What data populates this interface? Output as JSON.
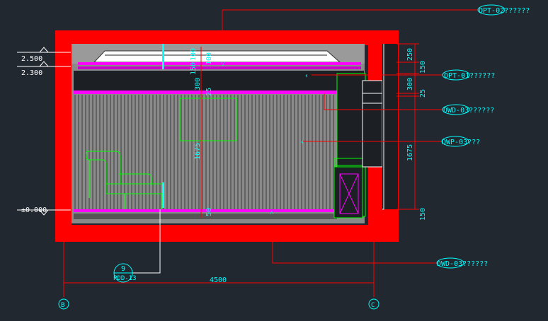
{
  "colors": {
    "background": "#212830",
    "wall": "#ff0000",
    "interior": "#808080",
    "dimension": "#ff0000",
    "text": "#00ffff",
    "magenta": "#ff00ff",
    "green": "#00ff00",
    "dark": "#1c1f24"
  },
  "callouts": {
    "opt02": "OPT-02??????",
    "opt01": "OPT-01??????",
    "dwd03_top": "DWD-03??????",
    "dwp03": "DWP-03???",
    "dwd03_bottom": "DWD-03??????"
  },
  "levels": {
    "top": "2.500",
    "second": "2.300",
    "floor": "±0.000"
  },
  "dimensions": {
    "total_width": "4500",
    "right_250": "250",
    "right_150_a": "150",
    "right_300": "300",
    "right_25": "25",
    "right_1675": "1675",
    "right_150_b": "150",
    "inner_100": "100",
    "inner_150": "150",
    "inner_100_b": "100",
    "inner_300": "300",
    "inner_25": "25",
    "inner_1675": "1675",
    "inner_50": "50"
  },
  "section_mark": {
    "top": "9",
    "bottom": "PDD-13"
  },
  "grid_axes": {
    "left": "B",
    "right": "C"
  }
}
